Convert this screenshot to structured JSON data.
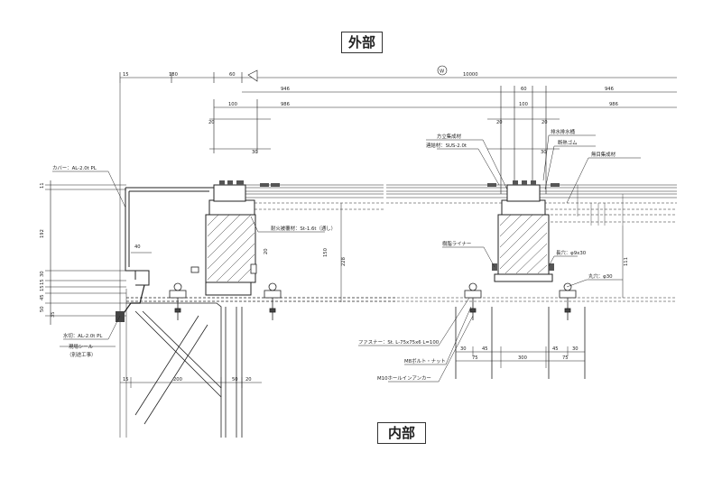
{
  "titles": {
    "exterior": "外部",
    "interior": "内部"
  },
  "grid_mark": "W",
  "dims": {
    "total": "10000",
    "d15_top": "15",
    "d180": "180",
    "d60_left": "60",
    "d946_left": "946",
    "d100_left": "100",
    "d986_left": "986",
    "d20_left": "20",
    "d30_left": "30",
    "d60_right": "60",
    "d946_right": "946",
    "d100_right": "100",
    "d986_right": "986",
    "d20_right_a": "20",
    "d20_right_b": "20",
    "d30_right": "30",
    "v11": "11",
    "v192": "192",
    "v30": "30",
    "v15a": "15",
    "v15b": "15",
    "v45": "45",
    "v50": "50",
    "v35": "35",
    "v40": "40",
    "v20": "20",
    "v150": "150",
    "v228": "228",
    "v111": "111",
    "b15": "15",
    "b200": "200",
    "b50": "50",
    "b20": "20",
    "r30a": "30",
    "r45a": "45",
    "r45b": "45",
    "r30b": "30",
    "r75a": "75",
    "r300": "300",
    "r75b": "75"
  },
  "labels": {
    "cover": "カバー：AL-2.0t PL",
    "fireproof": "耐火被覆材：St-1.6t（通し）",
    "water_cut": "水切：AL-2.0t PL",
    "site_seal": "現場シール",
    "separate_work": "（別途工事）",
    "mullion": "方立集成材",
    "joint": "連結材：SUS-2.0t",
    "drain": "排水排水桶",
    "insulation": "断熱ゴム",
    "panel": "無目集成材",
    "resin_liner": "樹脂ライナー",
    "long_hole": "長穴：φ9x30",
    "round_hole": "丸穴：φ30",
    "fastener": "ファスナー：St. L-75x75x6 L=100",
    "bolt_nut": "M8ボルト・ナット",
    "anchor": "M10ホールインアンカー"
  }
}
